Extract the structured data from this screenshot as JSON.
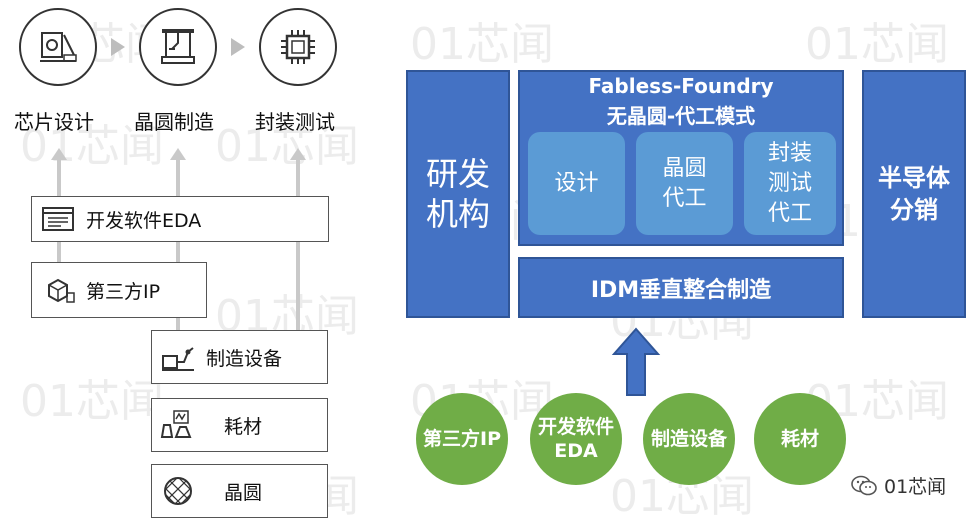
{
  "watermark": "01芯闻",
  "steps": [
    {
      "label": "芯片设计",
      "icon": "chip-design-icon"
    },
    {
      "label": "晶圆制造",
      "icon": "robot-arm-icon"
    },
    {
      "label": "封装测试",
      "icon": "chip-package-icon"
    }
  ],
  "support_boxes": [
    {
      "label": "开发软件EDA",
      "icon": "software-window-icon"
    },
    {
      "label": "第三方IP",
      "icon": "ip-cube-icon"
    },
    {
      "label": "制造设备",
      "icon": "equipment-icon"
    },
    {
      "label": "耗材",
      "icon": "chemicals-icon"
    },
    {
      "label": "晶圆",
      "icon": "wafer-icon"
    }
  ],
  "right": {
    "rd": "研发\n机构",
    "fabless_title_1": "Fabless-Foundry",
    "fabless_title_2": "无晶圆-代工模式",
    "inner_blocks": [
      "设计",
      "晶圆\n代工",
      "封装\n测试\n代工"
    ],
    "sales": "半导体\n分销",
    "idm": "IDM垂直整合制造",
    "circles": [
      "第三方IP",
      "开发软件\nEDA",
      "制造设备",
      "耗材"
    ]
  },
  "footer": {
    "brand": "01芯闻",
    "icon": "wechat-icon"
  },
  "colors": {
    "blue": "#4472c4",
    "blue_border": "#2f5597",
    "light_blue": "#5b9bd5",
    "green": "#70ad47",
    "arrow_gray": "#c9c9c9"
  }
}
